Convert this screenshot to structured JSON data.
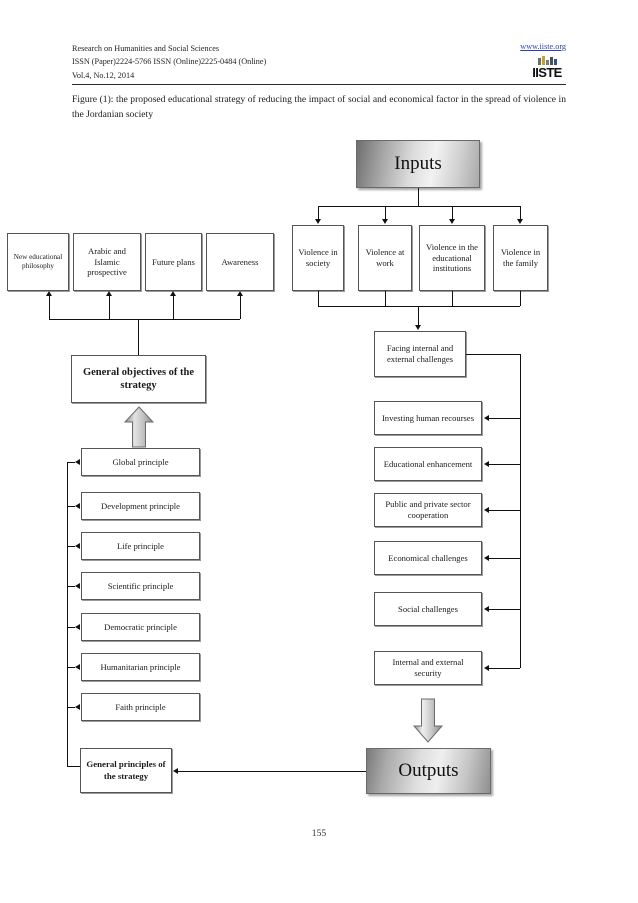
{
  "header": {
    "journal_title": "Research on Humanities and Social Sciences",
    "issn_line": "ISSN (Paper)2224-5766 ISSN (Online)2225-0484 (Online)",
    "volume_line": "Vol.4, No.12, 2014",
    "website": "www.iiste.org",
    "logo_text": "IISTE"
  },
  "figure": {
    "caption": "Figure (1): the proposed educational strategy of reducing the impact of social and economical factor in the spread of violence in the Jordanian society"
  },
  "diagram": {
    "inputs_label": "Inputs",
    "outputs_label": "Outputs",
    "violence_boxes": [
      {
        "label": "Violence in society"
      },
      {
        "label": "Violence at work"
      },
      {
        "label": "Violence in the educational institutions"
      },
      {
        "label": "Violence in the family"
      }
    ],
    "objective_sources": [
      {
        "label": "New educational philosophy"
      },
      {
        "label": "Arabic and Islamic prospective"
      },
      {
        "label": "Future plans"
      },
      {
        "label": "Awareness"
      }
    ],
    "general_objectives": "General objectives of the strategy",
    "general_principles": "General principles of the strategy",
    "principles": [
      {
        "label": "Global principle"
      },
      {
        "label": "Development principle"
      },
      {
        "label": "Life principle"
      },
      {
        "label": "Scientific principle"
      },
      {
        "label": "Democratic principle"
      },
      {
        "label": "Humanitarian principle"
      },
      {
        "label": "Faith principle"
      }
    ],
    "challenges": [
      {
        "label": "Facing internal and external challenges"
      },
      {
        "label": "Investing human recourses"
      },
      {
        "label": "Educational enhancement"
      },
      {
        "label": "Public and private sector cooperation"
      },
      {
        "label": "Economical challenges"
      },
      {
        "label": "Social challenges"
      },
      {
        "label": "Internal and external security"
      }
    ]
  },
  "footer": {
    "page_number": "155"
  },
  "colors": {
    "link": "#2b3fbf",
    "line": "#111111",
    "box_border": "#555555",
    "banner_mid": "#f2f2f2",
    "banner_dark": "#6e6e6e"
  }
}
